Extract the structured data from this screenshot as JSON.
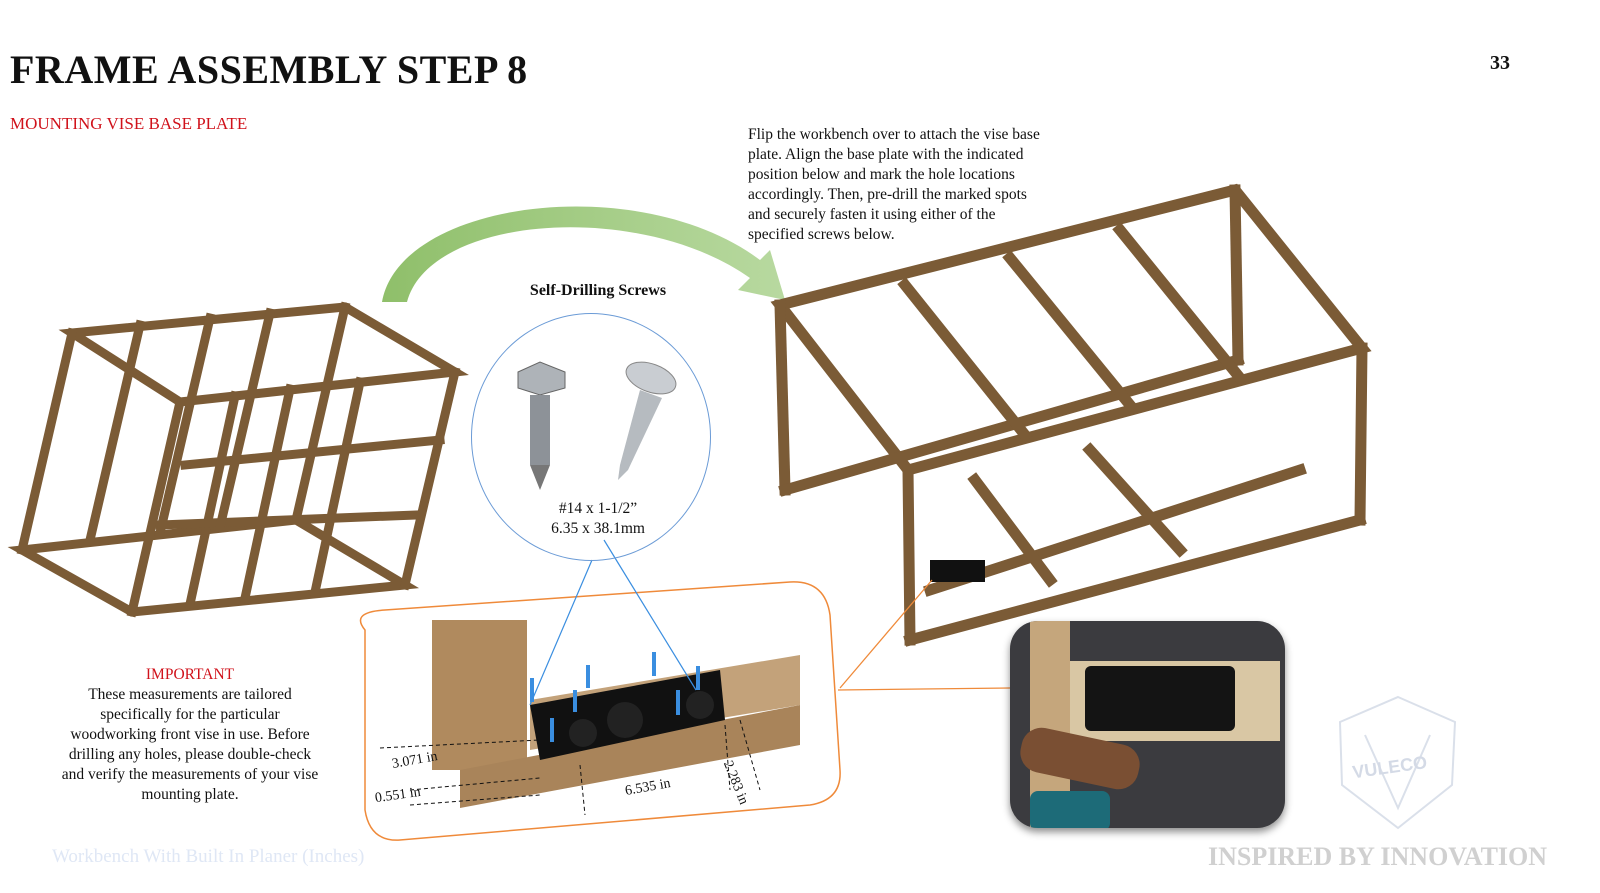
{
  "header": {
    "title": "FRAME ASSEMBLY STEP 8",
    "page_number": "33",
    "subtitle": "MOUNTING VISE BASE PLATE"
  },
  "instructions": "Flip the workbench over to attach the vise base plate. Align the base plate with the indicated position below and mark the hole locations accordingly. Then, pre-drill the marked spots and securely fasten it using either of the specified screws below.",
  "screws": {
    "title": "Self-Drilling Screws",
    "size_imperial": "#14 x 1-1/2”",
    "size_metric": "6.35 x 38.1mm"
  },
  "dimensions": {
    "height": "3.071 in",
    "offset": "0.551 in",
    "width": "6.535 in",
    "depth": "2.283 in"
  },
  "important": {
    "heading": "IMPORTANT",
    "text": "These measurements are tailored specifically for the particular woodworking front vise in use. Before drilling any holes, please double-check and verify the measurements of your vise mounting plate."
  },
  "footer": {
    "document_name": "Workbench With Built In Planer (Inches)",
    "tagline": "INSPIRED BY INNOVATION"
  },
  "logo": {
    "text": "VULECO"
  },
  "colors": {
    "accent_red": "#d0121b",
    "callout_orange": "#ef8a3a",
    "arrow_green": "#9cc47e",
    "wood": "#8a6a45"
  }
}
